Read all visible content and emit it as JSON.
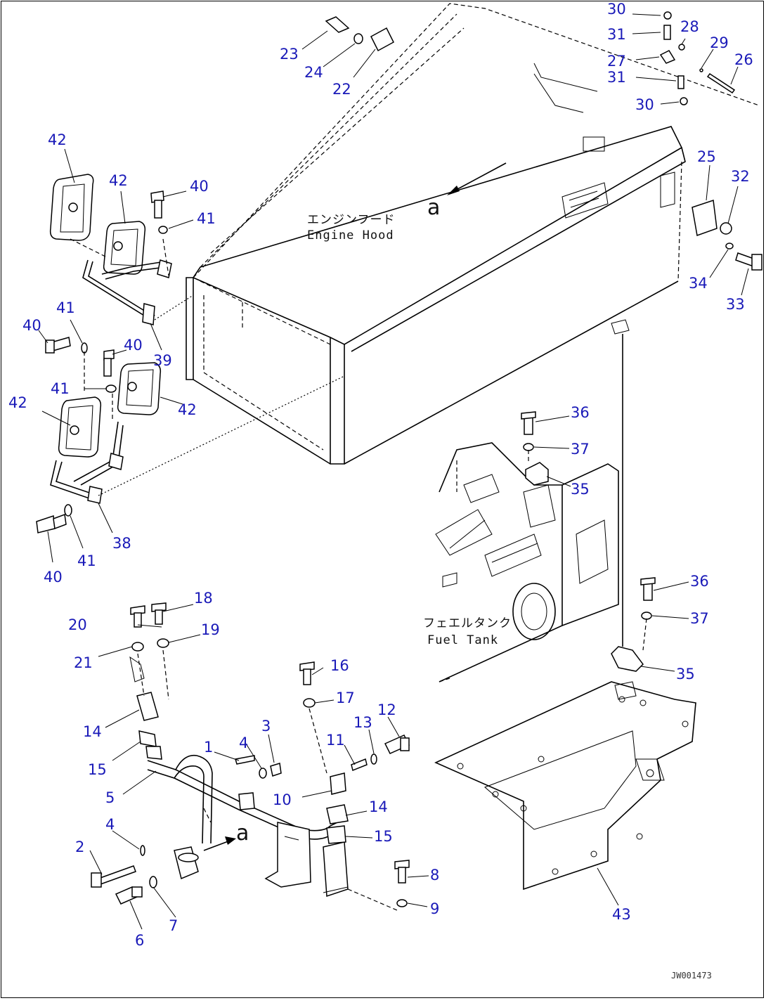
{
  "labels": {
    "engine_hood_jp": "エンジンフード",
    "engine_hood_en": "Engine Hood",
    "fuel_tank_jp": "フェエルタンク",
    "fuel_tank_en": "Fuel Tank",
    "view_ref": "a",
    "drawing_code": "JW001473"
  },
  "callouts": {
    "c1": "1",
    "c2": "2",
    "c3": "3",
    "c4a": "4",
    "c4b": "4",
    "c5": "5",
    "c6": "6",
    "c7": "7",
    "c8": "8",
    "c9": "9",
    "c10": "10",
    "c11": "11",
    "c12": "12",
    "c13": "13",
    "c14a": "14",
    "c14b": "14",
    "c15a": "15",
    "c15b": "15",
    "c16": "16",
    "c17": "17",
    "c18": "18",
    "c19": "19",
    "c20": "20",
    "c21": "21",
    "c22": "22",
    "c23": "23",
    "c24": "24",
    "c25": "25",
    "c26": "26",
    "c27": "27",
    "c28": "28",
    "c29": "29",
    "c30a": "30",
    "c30b": "30",
    "c31a": "31",
    "c31b": "31",
    "c32": "32",
    "c33": "33",
    "c34": "34",
    "c35a": "35",
    "c35b": "35",
    "c36a": "36",
    "c36b": "36",
    "c37a": "37",
    "c37b": "37",
    "c38": "38",
    "c39": "39",
    "c40a": "40",
    "c40b": "40",
    "c40c": "40",
    "c40d": "40",
    "c41a": "41",
    "c41b": "41",
    "c41c": "41",
    "c41d": "41",
    "c42a": "42",
    "c42b": "42",
    "c42c": "42",
    "c42d": "42",
    "c43": "43"
  },
  "colors": {
    "callout": "#1a1ab8",
    "line": "#000000"
  }
}
